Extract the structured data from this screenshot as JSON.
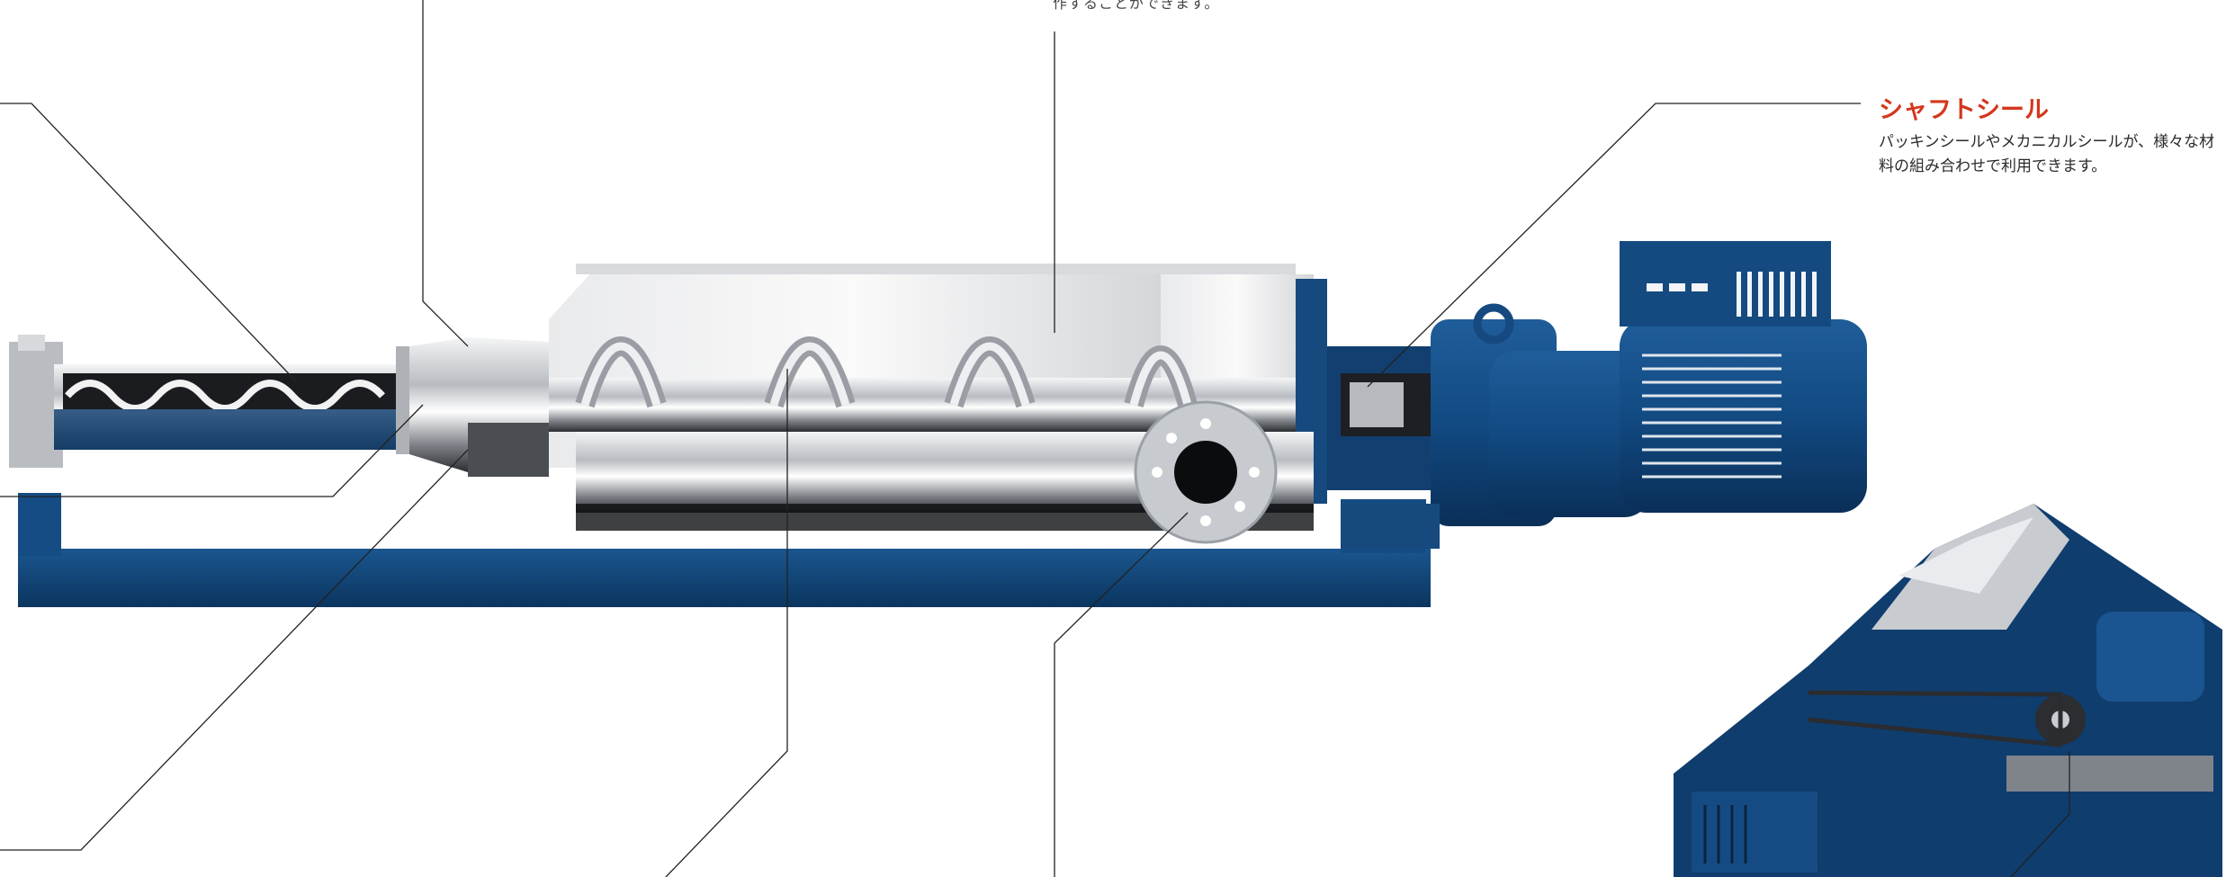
{
  "top_note": "作することができます。",
  "shaft_seal": {
    "title": "シャフトシール",
    "body": "パッキンシールやメカニカルシールが、様々な材料の組み合わせで利用できます。"
  },
  "colors": {
    "accent_red": "#d4371c",
    "pump_blue": "#0f3d6e",
    "steel": "#c9ccd0",
    "leader_line": "#222222"
  }
}
